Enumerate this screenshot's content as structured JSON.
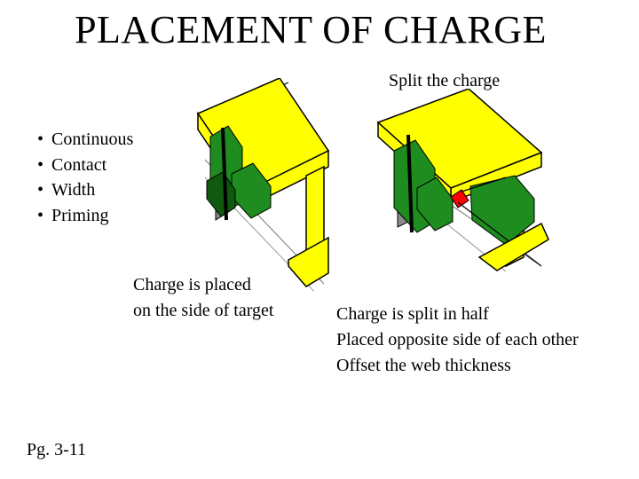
{
  "title": "PLACEMENT OF CHARGE",
  "split_label": "Split the charge",
  "bullets": [
    "Continuous",
    "Contact",
    "Width",
    "Priming"
  ],
  "left_caption": [
    "Charge is placed",
    "on the side of target"
  ],
  "right_caption": [
    "Charge is split in half",
    "Placed opposite side of each other",
    "Offset the web thickness"
  ],
  "page_ref": "Pg. 3-11",
  "colors": {
    "beam": "#ffff00",
    "charge": "#1e8c1e",
    "charge_shadow": "#0f5a0f",
    "priming": "#ff0000",
    "steel_edge": "#000000",
    "web_gray": "#8c8c8c"
  }
}
